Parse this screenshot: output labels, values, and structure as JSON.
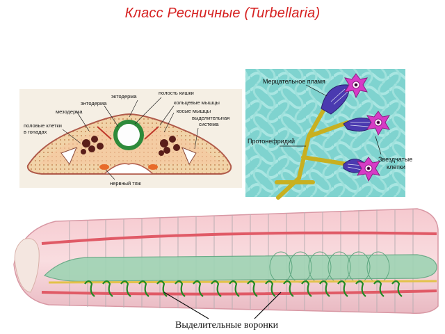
{
  "title": "Класс Ресничные (Turbellaria)",
  "cross_section": {
    "labels": {
      "ectoderm": "эктодерма",
      "gut_cavity": "полость кишки",
      "endoderm": "энтодерма",
      "ring_muscles": "кольцевые мышцы",
      "mesoderm": "мезодерма",
      "oblique_muscles": "косые мышцы",
      "sex_cells_1": "половые клетки",
      "sex_cells_2": "в гонадах",
      "excretory_1": "выделительная",
      "excretory_2": "система",
      "nerve_cord": "нервный тяж"
    }
  },
  "protonephridia": {
    "labels": {
      "flame": "Мерцательное пламя",
      "protonephridium": "Протонефридий",
      "stellate_1": "Звездчатые",
      "stellate_2": "клетки"
    }
  },
  "worm": {
    "caption": "Выделительные воронки"
  }
}
